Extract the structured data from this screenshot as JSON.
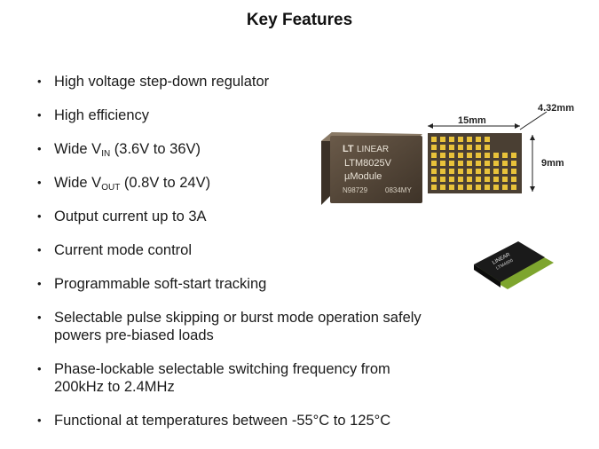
{
  "slide": {
    "title": "Key Features",
    "features": [
      {
        "pre": "High voltage step-down regulator",
        "sub": "",
        "post": ""
      },
      {
        "pre": "High efficiency",
        "sub": "",
        "post": ""
      },
      {
        "pre": "Wide V",
        "sub": "IN",
        "post": " (3.6V to 36V)"
      },
      {
        "pre": "Wide V",
        "sub": "OUT",
        "post": " (0.8V to 24V)"
      },
      {
        "pre": "Output current up to 3A",
        "sub": "",
        "post": ""
      },
      {
        "pre": "Current mode control",
        "sub": "",
        "post": ""
      },
      {
        "pre": "Programmable soft-start tracking",
        "sub": "",
        "post": ""
      },
      {
        "pre": "Selectable pulse skipping or burst mode operation safely powers pre-biased loads",
        "sub": "",
        "post": ""
      },
      {
        "pre": "Phase-lockable selectable switching frequency from 200kHz to 2.4MHz",
        "sub": "",
        "post": ""
      },
      {
        "pre": "Functional at temperatures between -55°C to 125°C",
        "sub": "",
        "post": ""
      }
    ]
  },
  "module": {
    "brand": "LINEAR",
    "part": "LTM8025V",
    "series": "µModule",
    "code_left": "N98729",
    "code_right": "0834MY",
    "dims": {
      "width": "15mm",
      "height": "9mm",
      "thickness": "4.32mm"
    }
  },
  "chip_small": {
    "brand": "LINEAR",
    "text": "LTM4600"
  }
}
